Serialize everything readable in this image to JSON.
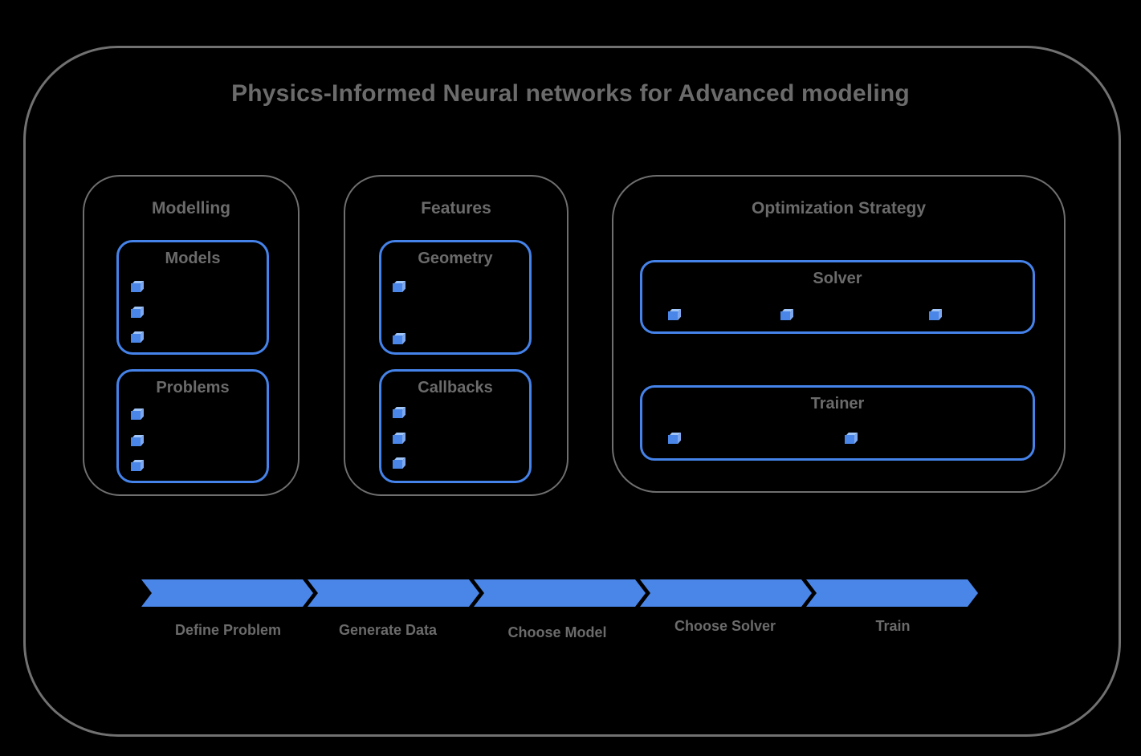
{
  "title": "Physics-Informed Neural networks for Advanced modeling",
  "colors": {
    "accent_blue": "#4a86e8",
    "cube_highlight": "#9fc5f8",
    "border_gray": "#6f6f6f",
    "text_gray": "#6b6b6b",
    "background": "#000000"
  },
  "groups": [
    {
      "label": "Modelling",
      "boxes": [
        {
          "label": "Models",
          "bullet_count": 3
        },
        {
          "label": "Problems",
          "bullet_count": 3
        }
      ]
    },
    {
      "label": "Features",
      "boxes": [
        {
          "label": "Geometry",
          "bullet_count": 2
        },
        {
          "label": "Callbacks",
          "bullet_count": 3
        }
      ]
    },
    {
      "label": "Optimization Strategy",
      "boxes": [
        {
          "label": "Solver",
          "bullet_count": 3
        },
        {
          "label": "Trainer",
          "bullet_count": 2
        }
      ]
    }
  ],
  "process": {
    "steps": [
      "Define Problem",
      "Generate Data",
      "Choose Model",
      "Choose Solver",
      "Train"
    ]
  }
}
